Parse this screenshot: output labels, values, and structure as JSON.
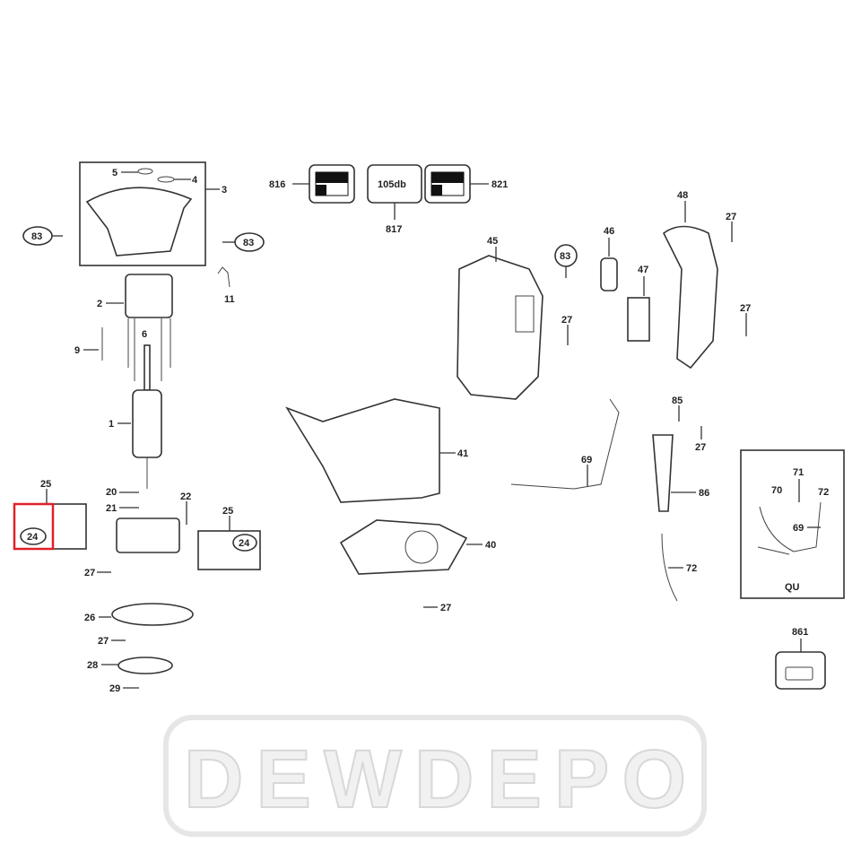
{
  "watermark": "DEWDEPO",
  "highlight_color": "#e0202a",
  "labels": {
    "l5": "5",
    "l4": "4",
    "l3": "3",
    "l83a": "83",
    "l83b": "83",
    "l11": "11",
    "l2": "2",
    "l9": "9",
    "l6": "6",
    "l1": "1",
    "l816": "816",
    "l817": "817",
    "l105db": "105db",
    "l821": "821",
    "l45": "45",
    "l83c": "83",
    "l46": "46",
    "l47": "47",
    "l48": "48",
    "l27a": "27",
    "l27b": "27",
    "l27c": "27",
    "l41": "41",
    "l69": "69",
    "l85": "85",
    "l27d": "27",
    "l86": "86",
    "l40": "40",
    "l27e": "27",
    "l72": "72",
    "l25a": "25",
    "l24a": "24",
    "l20": "20",
    "l21": "21",
    "l22": "22",
    "l25b": "25",
    "l24b": "24",
    "l27f": "27",
    "l26": "26",
    "l27g": "27",
    "l28": "28",
    "l29": "29",
    "l70": "70",
    "l71": "71",
    "l72b": "72",
    "l69b": "69",
    "lQU": "QU",
    "l861": "861"
  }
}
